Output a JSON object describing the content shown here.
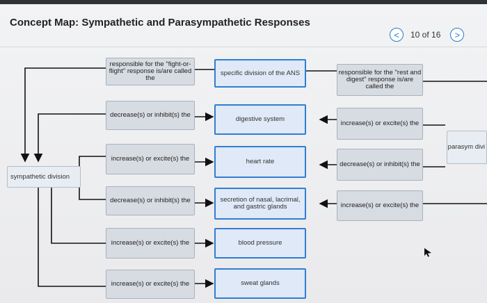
{
  "header": {
    "title": "Concept Map: Sympathetic and Parasympathetic Responses",
    "prev_icon": "<",
    "next_icon": ">",
    "page": "10 of 16"
  },
  "left_boxes": [
    "responsible for the \"fight-or-flight\" response is/are called the",
    "decrease(s) or inhibit(s) the",
    "increase(s) or excite(s) the",
    "decrease(s) or inhibit(s) the",
    "increase(s) or excite(s) the",
    "increase(s) or excite(s) the"
  ],
  "middle_boxes": [
    "specific division of the ANS",
    "digestive system",
    "heart rate",
    "secretion of nasal, lacrimal, and gastric glands",
    "blood pressure",
    "sweat glands"
  ],
  "right_boxes": [
    "responsible for the \"rest and digest\" response is/are called the",
    "increase(s) or excite(s) the",
    "decrease(s) or inhibit(s) the",
    "increase(s) or excite(s) the"
  ],
  "answers": {
    "sympathetic": "sympathetic division",
    "parasympathetic": "parasym divi"
  }
}
